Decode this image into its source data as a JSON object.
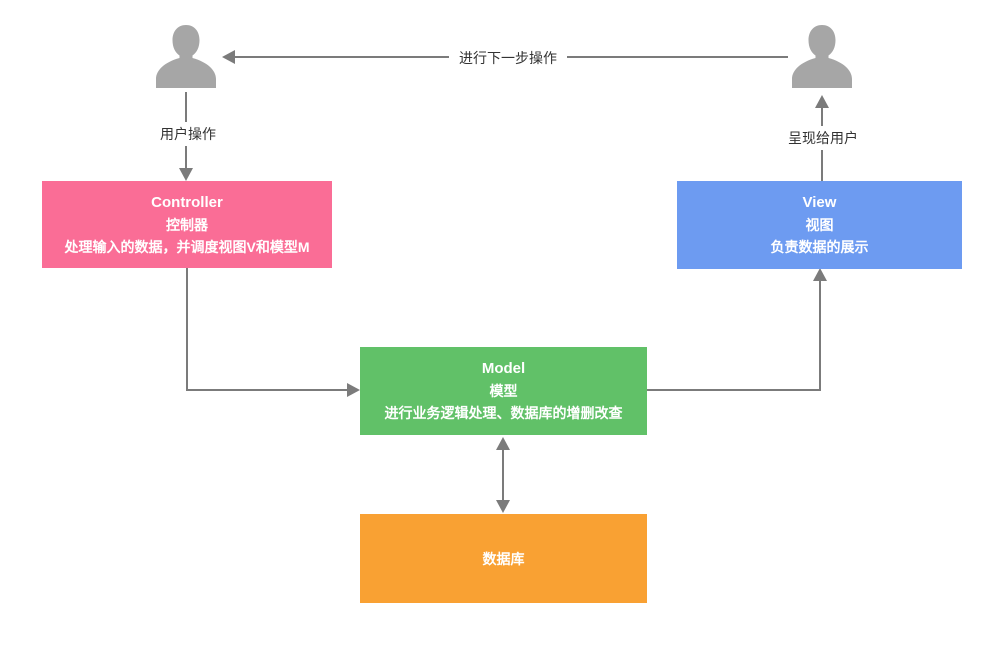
{
  "diagram": {
    "title_hint": "MVC architecture flow diagram",
    "labels": {
      "next_step": "进行下一步操作",
      "user_action": "用户操作",
      "present_to_user": "呈现给用户"
    },
    "nodes": {
      "controller": {
        "title": "Controller",
        "name_cn": "控制器",
        "description": "处理输入的数据，并调度视图V和模型M",
        "color": "#FA6D96"
      },
      "view": {
        "title": "View",
        "name_cn": "视图",
        "description": "负责数据的展示",
        "color": "#6D9BF1"
      },
      "model": {
        "title": "Model",
        "name_cn": "模型",
        "description": "进行业务逻辑处理、数据库的增删改查",
        "color": "#61C168"
      },
      "database": {
        "title": "数据库",
        "color": "#F9A133"
      }
    },
    "icons": {
      "left_person": "person-icon",
      "right_person": "person-icon"
    },
    "colors": {
      "connector": "#7B7B7B",
      "person": "#A6A6A6",
      "label_text": "#333333",
      "box_text": "#FFFFFF",
      "background": "#FFFFFF"
    }
  }
}
